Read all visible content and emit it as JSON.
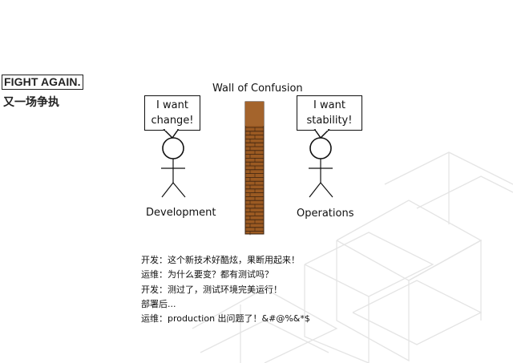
{
  "header": {
    "badge": "FIGHT AGAIN.",
    "subtitle": "又一场争执"
  },
  "diagram": {
    "wall_title": "Wall of Confusion",
    "left_bubble": [
      "I want",
      "change!"
    ],
    "right_bubble": [
      "I want",
      "stability!"
    ],
    "left_label": "Development",
    "right_label": "Operations"
  },
  "dialogue": [
    "开发：这个新技术好酷炫，果断用起来！",
    "运维：为什么要变？都有测试吗？",
    "开发：测过了，测试环境完美运行！",
    "部署后...",
    "运维：production 出问题了！&#@%&*$"
  ],
  "colors": {
    "wall": "#9b5a22",
    "wall_dark": "#3a2210",
    "watermark": "#e6e6e6"
  }
}
